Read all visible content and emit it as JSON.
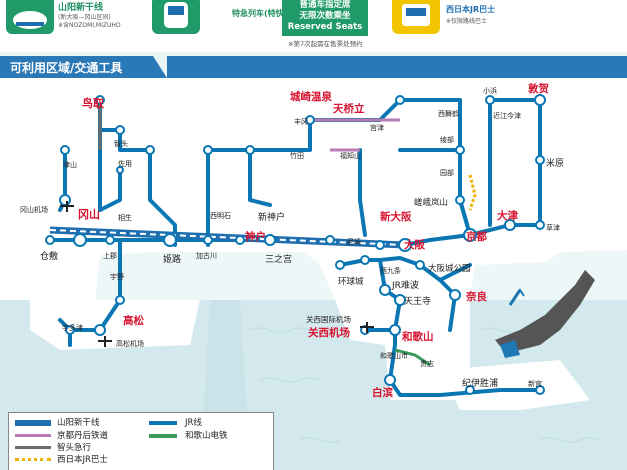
{
  "header": {
    "shinkansen": {
      "title": "山阳新干线",
      "line2": "(新大阪—冈山区间)",
      "line3": "※含NOZOMI,MIZUHO"
    },
    "limited_express": {
      "title": "特急列车(特快)"
    },
    "reserved_box": {
      "line1": "普通车指定席",
      "line2": "无限次数乘坐",
      "line3": "Reserved Seats"
    },
    "reserved_note": "※第7次起需在售票处预约",
    "bus": {
      "title": "西日本JR巴士",
      "line2": "※仅限路线巴士"
    }
  },
  "section_title": "可利用区域/交通工具",
  "stations": {
    "tottori": "鸟取",
    "kinosaki": "城崎温泉",
    "amanohashidate": "天桥立",
    "tsuruga": "敦贺",
    "obama": "小浜",
    "omiimazu": "近江今津",
    "toyooka": "丰冈",
    "miyazu": "宫津",
    "higashimaizuru": "西舞鹤",
    "ayabe": "绫部",
    "chizu": "智头",
    "sayo": "佐用",
    "takeda": "竹田",
    "fukuchiyama": "福知山",
    "sonobe": "园部",
    "maibara": "米原",
    "tsuyama": "津山",
    "okayama_airport": "冈山机场",
    "okayama": "冈山",
    "aioi": "相生",
    "nishiakashi": "西明石",
    "shinkobe": "新神户",
    "shinosaka": "新大阪",
    "sagano": "嵯峨岚山",
    "otsu": "大津",
    "kusatsu": "草津",
    "kurashiki": "仓敷",
    "kamigori": "上郡",
    "himeji": "姬路",
    "kakogawa": "加古川",
    "kobe": "神户",
    "sannomiya": "三之宫",
    "amagasaki": "尼崎",
    "osaka": "大阪",
    "kyoto": "京都",
    "uno": "宇野",
    "nishikujo": "西九条",
    "jrnamba": "JR难波",
    "osakajo": "大阪城公园",
    "universal": "环球城",
    "tennoji": "天王寺",
    "nara": "奈良",
    "uzu": "宇多津",
    "takamatsu": "高松",
    "takamatsu_airport": "高松机场",
    "kix": "关西国际机场",
    "kix_station": "关西机场",
    "wakayama": "和歌山",
    "wakayamashi": "和歌山市",
    "kishi": "贵志",
    "shirahama": "白滨",
    "kiikatsuura": "纪伊胜浦",
    "shingu": "新宫"
  },
  "legend": {
    "shinkansen": "山阳新干线",
    "kyotango": "京都丹后铁道",
    "chizu_express": "智头急行",
    "bus": "西日本JR巴士",
    "jr": "JR线",
    "wakayama_railway": "和歌山电铁"
  },
  "colors": {
    "jr": "#0a77b4",
    "shinkansen": "#1f6fb0",
    "kyotango": "#b77ab2",
    "chizu": "#6b6b6b",
    "bus": "#f0b400",
    "wakayama_rail": "#3a9a5b",
    "red_label": "#d8122f",
    "land": "#ffffff",
    "sea": "#d8edf0",
    "header_green": "#1f9a68"
  },
  "icons": [
    "shinkansen-icon",
    "limited-express-icon",
    "bus-icon",
    "airplane-icon",
    "japan-map-icon"
  ]
}
